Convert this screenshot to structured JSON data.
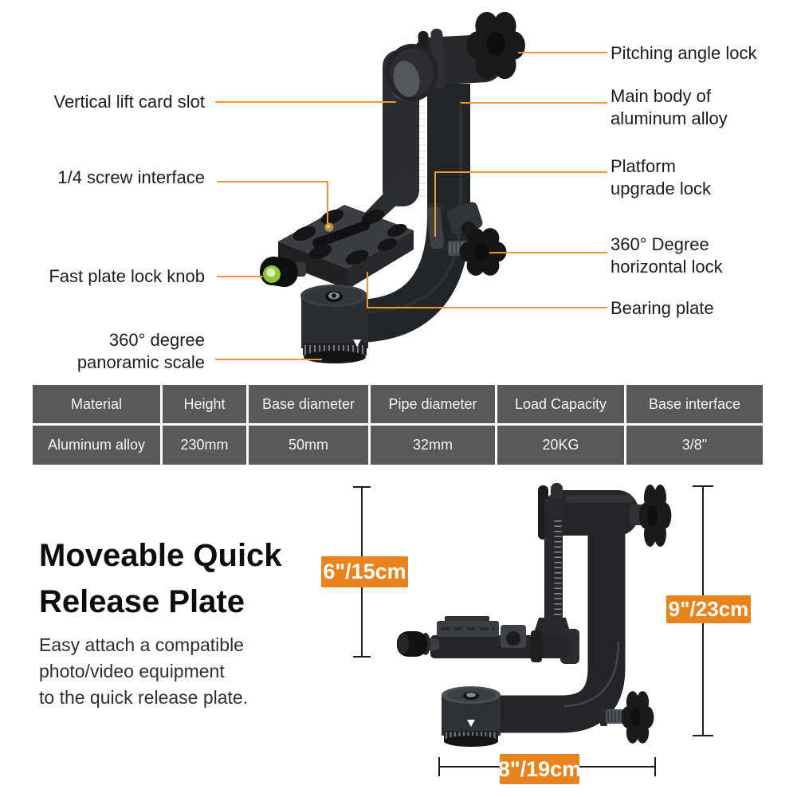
{
  "colors": {
    "accent_orange": "#E8831D",
    "callout_line_orange": "#EE9A33",
    "dimension_line": "#1C1C1C",
    "table_cell_bg": "#58595B",
    "table_text": "#F4F4F4",
    "label_text": "#1C1C1C"
  },
  "top_diagram": {
    "left_labels": [
      {
        "lines": [
          "Vertical lift card slot"
        ]
      },
      {
        "lines": [
          "1/4 screw interface"
        ]
      },
      {
        "lines": [
          "Fast plate lock knob"
        ]
      },
      {
        "lines": [
          "360° degree",
          "panoramic scale"
        ]
      }
    ],
    "right_labels": [
      {
        "lines": [
          "Pitching angle lock"
        ]
      },
      {
        "lines": [
          "Main body of",
          "aluminum alloy"
        ]
      },
      {
        "lines": [
          "Platform",
          "upgrade lock"
        ]
      },
      {
        "lines": [
          "360° Degree",
          "horizontal lock"
        ]
      },
      {
        "lines": [
          "Bearing plate"
        ]
      }
    ]
  },
  "spec_table": {
    "headers": [
      "Material",
      "Height",
      "Base diameter",
      "Pipe diameter",
      "Load Capacity",
      "Base interface"
    ],
    "row": [
      "Aluminum alloy",
      "230mm",
      "50mm",
      "32mm",
      "20KG",
      "3/8\""
    ]
  },
  "bottom_section": {
    "heading_lines": [
      "Moveable Quick",
      "Release Plate"
    ],
    "description_lines": [
      "Easy attach a compatible",
      "photo/video equipment",
      "to the quick release plate."
    ],
    "badges": [
      {
        "text": "6\"/15cm"
      },
      {
        "text": "9\"/23cm"
      },
      {
        "text": "8\"/19cm"
      }
    ]
  }
}
